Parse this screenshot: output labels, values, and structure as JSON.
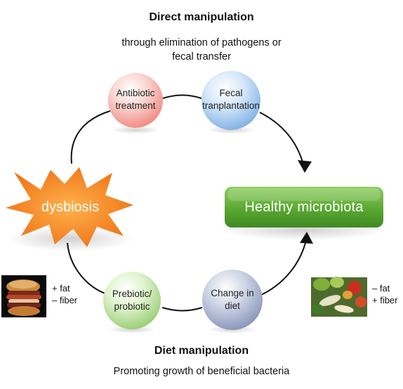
{
  "top": {
    "title": "Direct manipulation",
    "subtitle_line1": "through elimination of pathogens or",
    "subtitle_line2": "fecal transfer"
  },
  "bottom": {
    "title": "Diet manipulation",
    "subtitle": "Promoting growth of beneficial bacteria"
  },
  "nodes": {
    "antibiotic": {
      "line1": "Antibiotic",
      "line2": "treatment"
    },
    "fecal": {
      "line1": "Fecal",
      "line2": "tranplantation"
    },
    "prebiotic": {
      "line1": "Prebiotic/",
      "line2": "probiotic"
    },
    "change_diet": {
      "line1": "Change in",
      "line2": "diet"
    }
  },
  "dysbiosis": {
    "label": "dysbiosis",
    "color": "#f07f1a"
  },
  "healthy": {
    "label": "Healthy microbiota",
    "color": "#5aa832"
  },
  "left_diet": {
    "line1": "+ fat",
    "line2": "– fiber",
    "image": "burger-photo"
  },
  "right_diet": {
    "line1": "– fat",
    "line2": "+ fiber",
    "image": "vegetables-photo"
  }
}
